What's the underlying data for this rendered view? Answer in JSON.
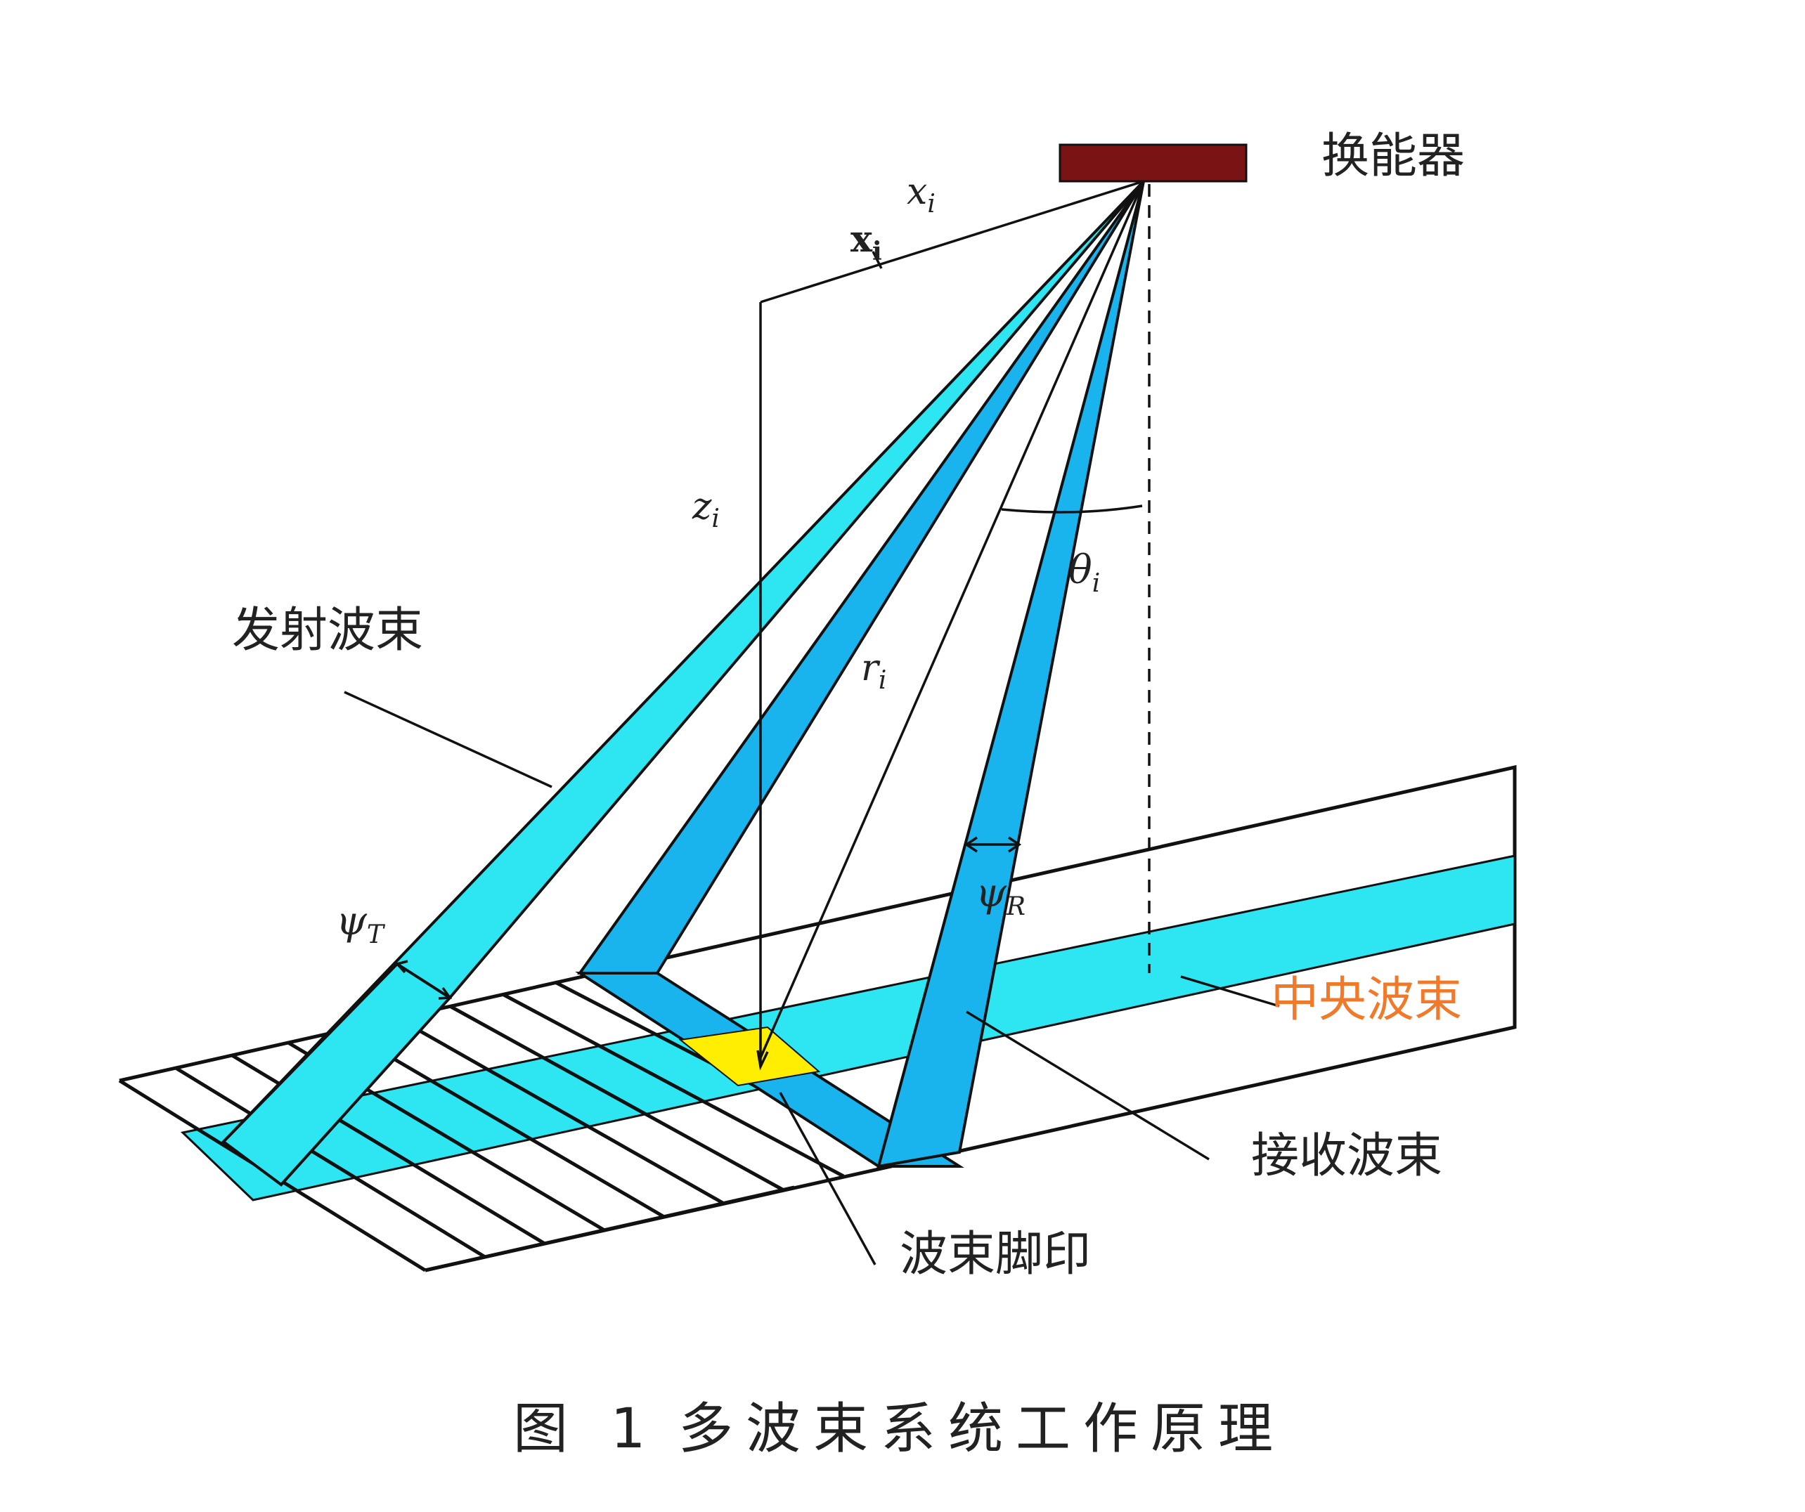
{
  "labels": {
    "transducer": "换能器",
    "transmit_beam": "发射波束",
    "central_beam": "中央波束",
    "receive_beam": "接收波束",
    "footprint": "波束脚印",
    "x_i": "x",
    "x_i_sub": "i",
    "x_bold": "x",
    "x_bold_sub": "i",
    "z_i": "z",
    "z_i_sub": "i",
    "r_i": "r",
    "r_i_sub": "i",
    "theta_i": "θ",
    "theta_i_sub": "i",
    "psi_T": "ψ",
    "psi_T_sub": "T",
    "psi_R": "ψ",
    "psi_R_sub": "R"
  },
  "caption": {
    "number": "图 1",
    "text": "多波束系统工作原理"
  },
  "colors": {
    "transducer": "#7a1414",
    "transmit_beam": "#2ee6f2",
    "receive_beam": "#19b4ee",
    "central_strip": "#2ee6f2",
    "footprint": "#ffee00",
    "central_label": "#f07a2a",
    "line": "#111111"
  }
}
